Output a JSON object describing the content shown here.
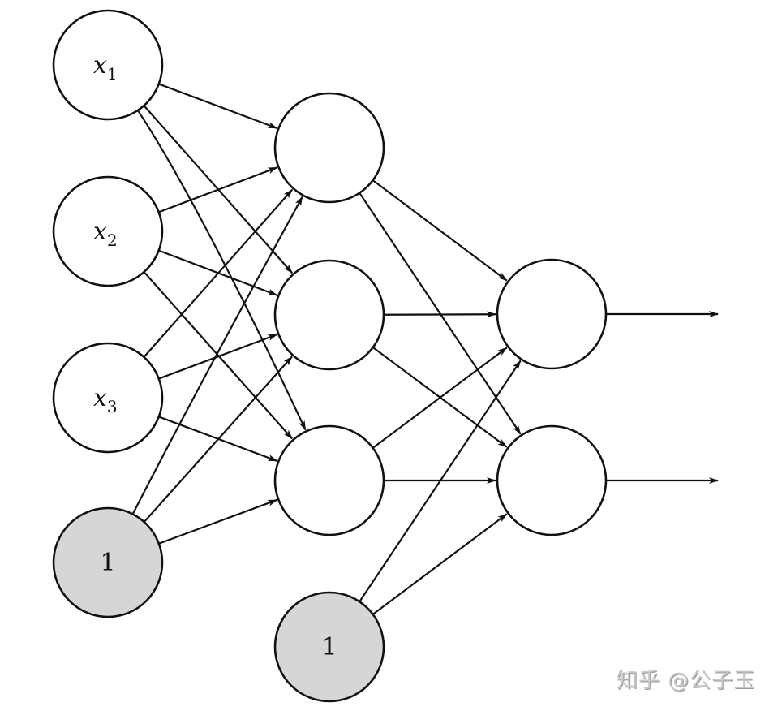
{
  "diagram": {
    "title": "Feedforward neural network",
    "nodes": [
      {
        "id": "x1",
        "var": "x",
        "sub": "1",
        "layer": "input",
        "fill": "#ffffff"
      },
      {
        "id": "x2",
        "var": "x",
        "sub": "2",
        "layer": "input",
        "fill": "#ffffff"
      },
      {
        "id": "x3",
        "var": "x",
        "sub": "3",
        "layer": "input",
        "fill": "#ffffff"
      },
      {
        "id": "b1",
        "var": "1",
        "sub": "",
        "layer": "input-bias",
        "fill": "#d6d6d6"
      },
      {
        "id": "h1",
        "var": "",
        "sub": "",
        "layer": "hidden",
        "fill": "#ffffff"
      },
      {
        "id": "h2",
        "var": "",
        "sub": "",
        "layer": "hidden",
        "fill": "#ffffff"
      },
      {
        "id": "h3",
        "var": "",
        "sub": "",
        "layer": "hidden",
        "fill": "#ffffff"
      },
      {
        "id": "b2",
        "var": "1",
        "sub": "",
        "layer": "hidden-bias",
        "fill": "#d6d6d6"
      },
      {
        "id": "o1",
        "var": "",
        "sub": "",
        "layer": "output",
        "fill": "#ffffff"
      },
      {
        "id": "o2",
        "var": "",
        "sub": "",
        "layer": "output",
        "fill": "#ffffff"
      }
    ],
    "edges": [
      [
        "x1",
        "h1"
      ],
      [
        "x1",
        "h2"
      ],
      [
        "x1",
        "h3"
      ],
      [
        "x2",
        "h1"
      ],
      [
        "x2",
        "h2"
      ],
      [
        "x2",
        "h3"
      ],
      [
        "x3",
        "h1"
      ],
      [
        "x3",
        "h2"
      ],
      [
        "x3",
        "h3"
      ],
      [
        "b1",
        "h1"
      ],
      [
        "b1",
        "h2"
      ],
      [
        "b1",
        "h3"
      ],
      [
        "h1",
        "o1"
      ],
      [
        "h1",
        "o2"
      ],
      [
        "h2",
        "o1"
      ],
      [
        "h2",
        "o2"
      ],
      [
        "h3",
        "o1"
      ],
      [
        "h3",
        "o2"
      ],
      [
        "b2",
        "o1"
      ],
      [
        "b2",
        "o2"
      ],
      [
        "o1",
        "out1"
      ],
      [
        "o2",
        "out2"
      ]
    ]
  },
  "watermark": "知乎 @公子玉"
}
